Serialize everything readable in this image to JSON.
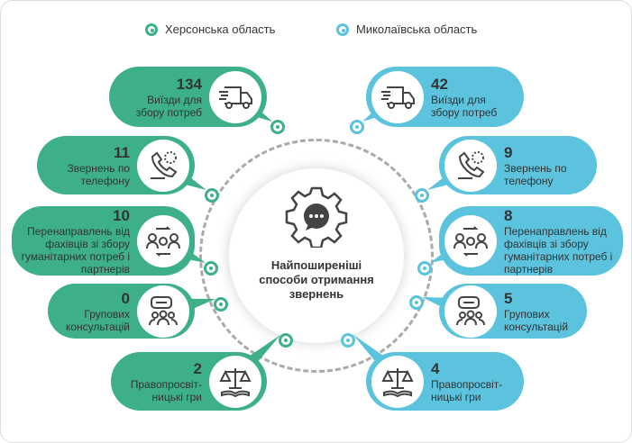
{
  "legend": {
    "kherson": "Херсонська область",
    "mykolaiv": "Миколаївська область"
  },
  "center_title": "Найпоширеніші способи отримання звернень",
  "colors": {
    "kherson": "#3db08a",
    "mykolaiv": "#5bc3dd"
  },
  "kherson": [
    {
      "value": "134",
      "label": "Виїзди для збору потреб",
      "icon": "truck-icon"
    },
    {
      "value": "11",
      "label": "Звернень по телефону",
      "icon": "phone-icon"
    },
    {
      "value": "10",
      "label": "Перенаправлень від фахівців зі збору гуманітарних потреб і партнерів",
      "icon": "referral-icon"
    },
    {
      "value": "0",
      "label": "Групових консультацій",
      "icon": "group-icon"
    },
    {
      "value": "2",
      "label": "Правопросвіт-ницькі гри",
      "icon": "scales-icon"
    }
  ],
  "mykolaiv": [
    {
      "value": "42",
      "label": "Виїзди для збору потреб",
      "icon": "truck-icon"
    },
    {
      "value": "9",
      "label": "Звернень по телефону",
      "icon": "phone-icon"
    },
    {
      "value": "8",
      "label": "Перенаправлень від фахівців зі збору гуманітарних потреб і партнерів",
      "icon": "referral-icon"
    },
    {
      "value": "5",
      "label": "Групових консультацій",
      "icon": "group-icon"
    },
    {
      "value": "4",
      "label": "Правопросвіт-ницькі гри",
      "icon": "scales-icon"
    }
  ]
}
